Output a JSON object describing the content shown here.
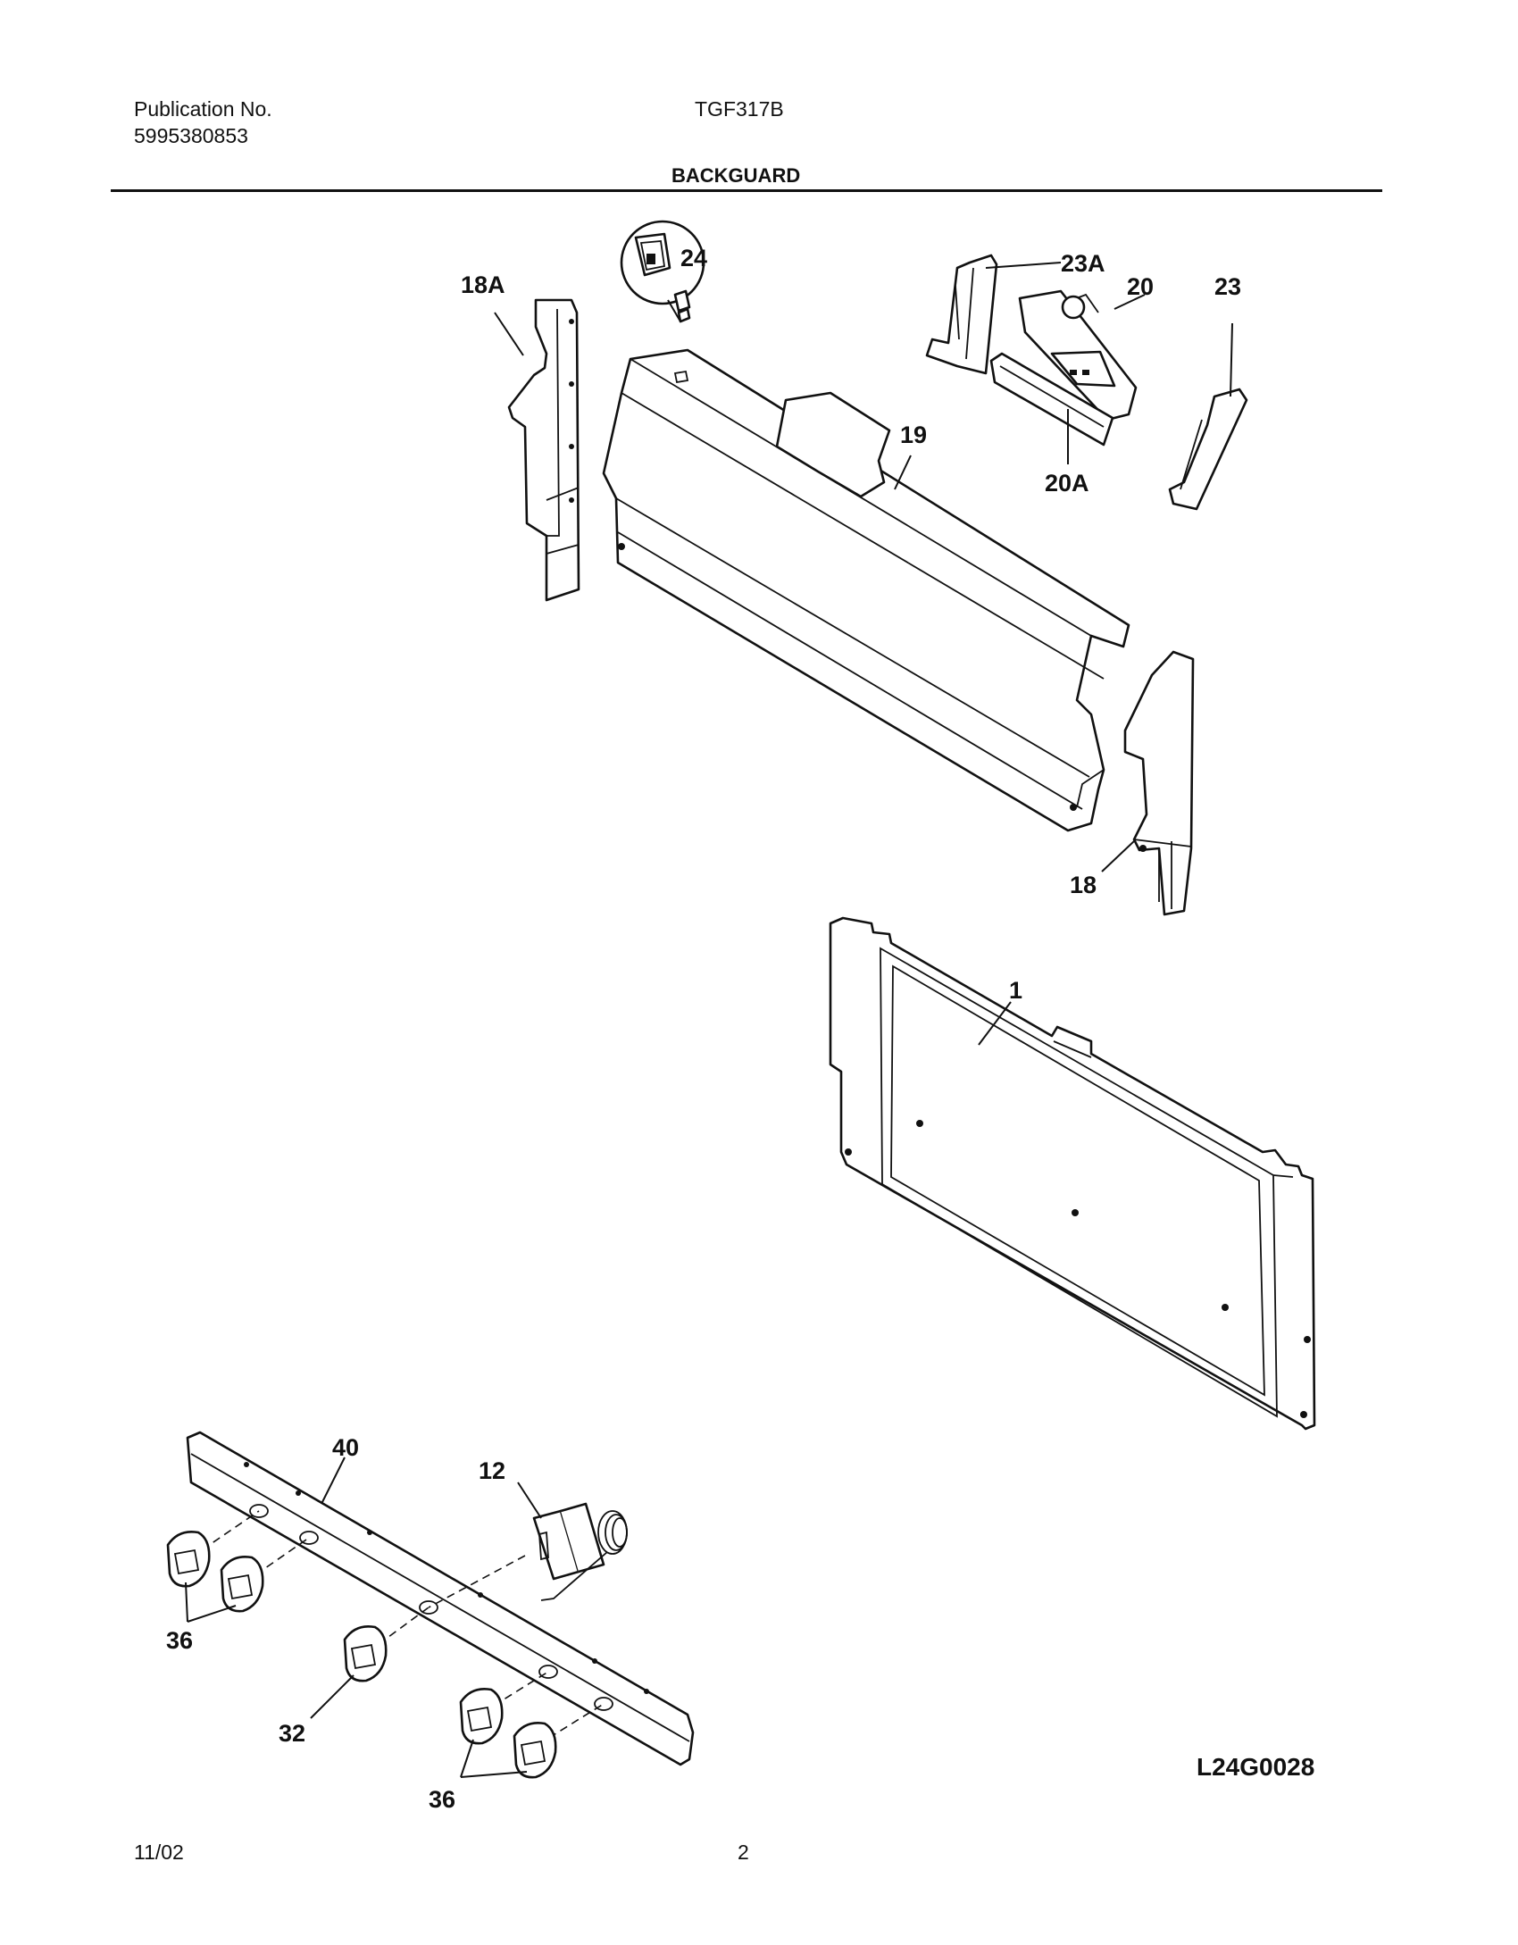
{
  "header": {
    "publication_label": "Publication No.",
    "publication_number": "5995380853",
    "model": "TGF317B",
    "section_title": "BACKGUARD"
  },
  "callouts": {
    "c24": "24",
    "c18A": "18A",
    "c23A": "23A",
    "c20": "20",
    "c23": "23",
    "c19": "19",
    "c20A": "20A",
    "c18": "18",
    "c1": "1",
    "c40": "40",
    "c12": "12",
    "c36a": "36",
    "c32": "32",
    "c36b": "36"
  },
  "diagram_code": "L24G0028",
  "footer": {
    "date": "11/02",
    "page": "2"
  }
}
